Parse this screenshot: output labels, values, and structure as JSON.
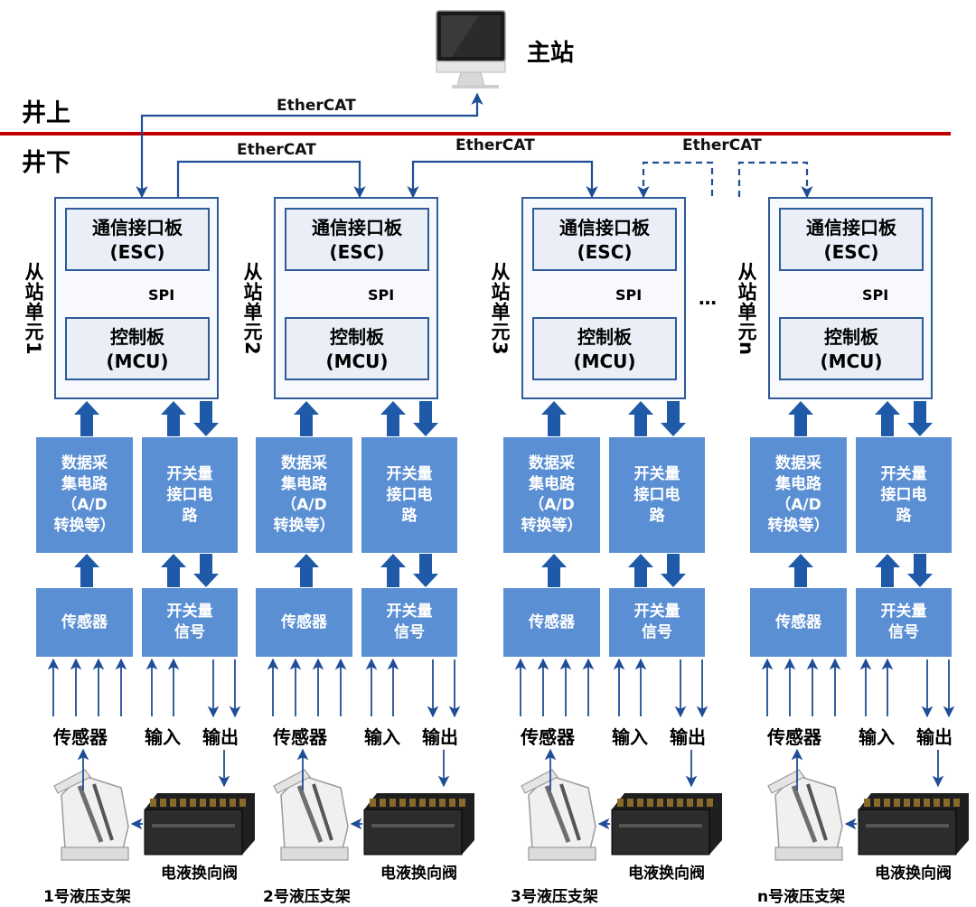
{
  "master": {
    "label": "主站",
    "icon": "monitor-icon"
  },
  "zones": {
    "above": "井上",
    "below": "井下"
  },
  "bus": {
    "label": "EtherCAT"
  },
  "units": [
    {
      "side_label": "从站单元1",
      "support_label": "1号液压支架"
    },
    {
      "side_label": "从站单元2",
      "support_label": "2号液压支架"
    },
    {
      "side_label": "从站单元3",
      "support_label": "3号液压支架"
    },
    {
      "side_label": "从站单元n",
      "support_label": "n号液压支架"
    }
  ],
  "boards": {
    "comm_line1": "通信接口板",
    "comm_line2": "(ESC)",
    "ctrl_line1": "控制板",
    "ctrl_line2": "(MCU)",
    "spi": "SPI"
  },
  "modules": {
    "acq": "数据采\n集电路\n（A/D\n转换等）",
    "switch_if": "开关量\n接口电\n路",
    "sensor": "传感器",
    "switch_sig": "开关量\n信号"
  },
  "io_labels": {
    "sensor": "传感器",
    "input": "输入",
    "output": "输出"
  },
  "valve_label": "电液换向阀",
  "ellipsis": "…",
  "colors": {
    "divider": "#c00000",
    "arrow": "#1f4e96",
    "box": "#5b8fd3",
    "frame": "#2f5b9a"
  }
}
